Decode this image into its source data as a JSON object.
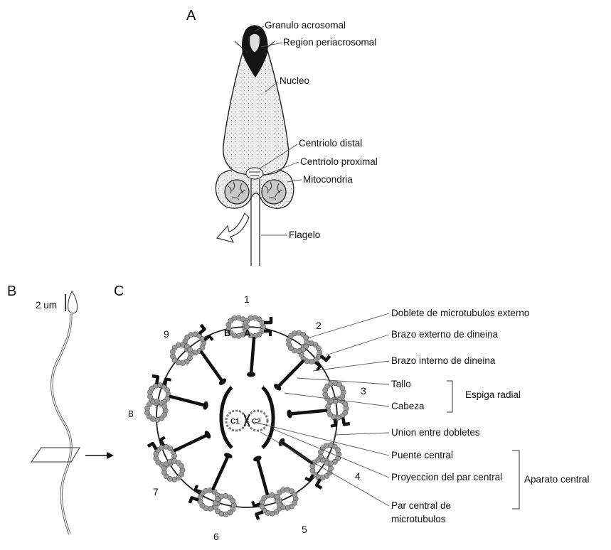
{
  "panels": {
    "a": {
      "letter": "A",
      "labels": {
        "acrosomal_granule": "Granulo acrosomal",
        "periacrosomal": "Region periacrosomal",
        "nucleus": "Nucleo",
        "distal_centriole": "Centriolo distal",
        "proximal_centriole": "Centriolo proximal",
        "mitochondria": "Mitocondria",
        "flagellum": "Flagelo"
      }
    },
    "b": {
      "letter": "B",
      "scale": "2 um"
    },
    "c": {
      "letter": "C",
      "doublet_numbers": [
        "1",
        "2",
        "3",
        "4",
        "5",
        "6",
        "7",
        "8",
        "9"
      ],
      "tubule_labels": {
        "a": "A",
        "b": "B"
      },
      "central_labels": {
        "c1": "C1",
        "c2": "C2"
      },
      "labels": {
        "outer_doublet": "Doblete de microtubulos externo",
        "outer_dynein": "Brazo externo de dineina",
        "inner_dynein": "Brazo interno de dineina",
        "stalk": "Tallo",
        "head": "Cabeza",
        "radial_spoke": "Espiga radial",
        "nexin": "Union entre dobletes",
        "central_bridge": "Puente central",
        "central_projection": "Proyeccion del par central",
        "central_apparatus": "Aparato central",
        "central_pair_line1": "Par central de",
        "central_pair_line2": "microtubulos"
      }
    }
  },
  "colors": {
    "ink": "#111111",
    "stipple_fill": "#ececec",
    "acrosome_dark": "#151515",
    "mitochondria_fill": "#bdbdbd",
    "tubule_bead": "#9a9a9a",
    "leader_line": "#555555"
  }
}
